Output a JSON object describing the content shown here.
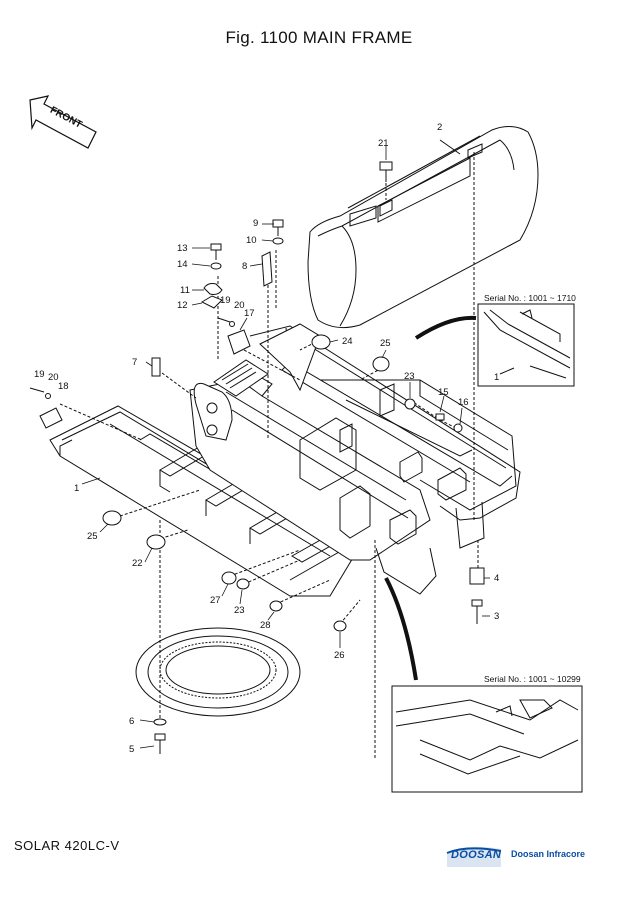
{
  "page": {
    "title": "Fig. 1100 MAIN FRAME",
    "model": "SOLAR 420LC-V"
  },
  "direction_arrow": {
    "label": "FRONT"
  },
  "detail_boxes": [
    {
      "serial": "Serial No. : 1001 ~ 1710",
      "part": "1"
    },
    {
      "serial": "Serial No. : 1001 ~ 10299"
    }
  ],
  "callouts": {
    "c1": "1",
    "c1b": "1",
    "c2": "2",
    "c3": "3",
    "c4": "4",
    "c5": "5",
    "c6": "6",
    "c7": "7",
    "c8": "8",
    "c9": "9",
    "c10": "10",
    "c11": "11",
    "c12": "12",
    "c13": "13",
    "c14": "14",
    "c15": "15",
    "c16": "16",
    "c17": "17",
    "c18": "18",
    "c19a": "19",
    "c19b": "19",
    "c20a": "20",
    "c20b": "20",
    "c21": "21",
    "c22": "22",
    "c23a": "23",
    "c23b": "23",
    "c24": "24",
    "c25a": "25",
    "c25b": "25",
    "c26": "26",
    "c27": "27",
    "c28": "28"
  },
  "brand": {
    "logo_text": "DOOSAN",
    "company": "Doosan Infracore",
    "color": "#0a4ea3"
  }
}
